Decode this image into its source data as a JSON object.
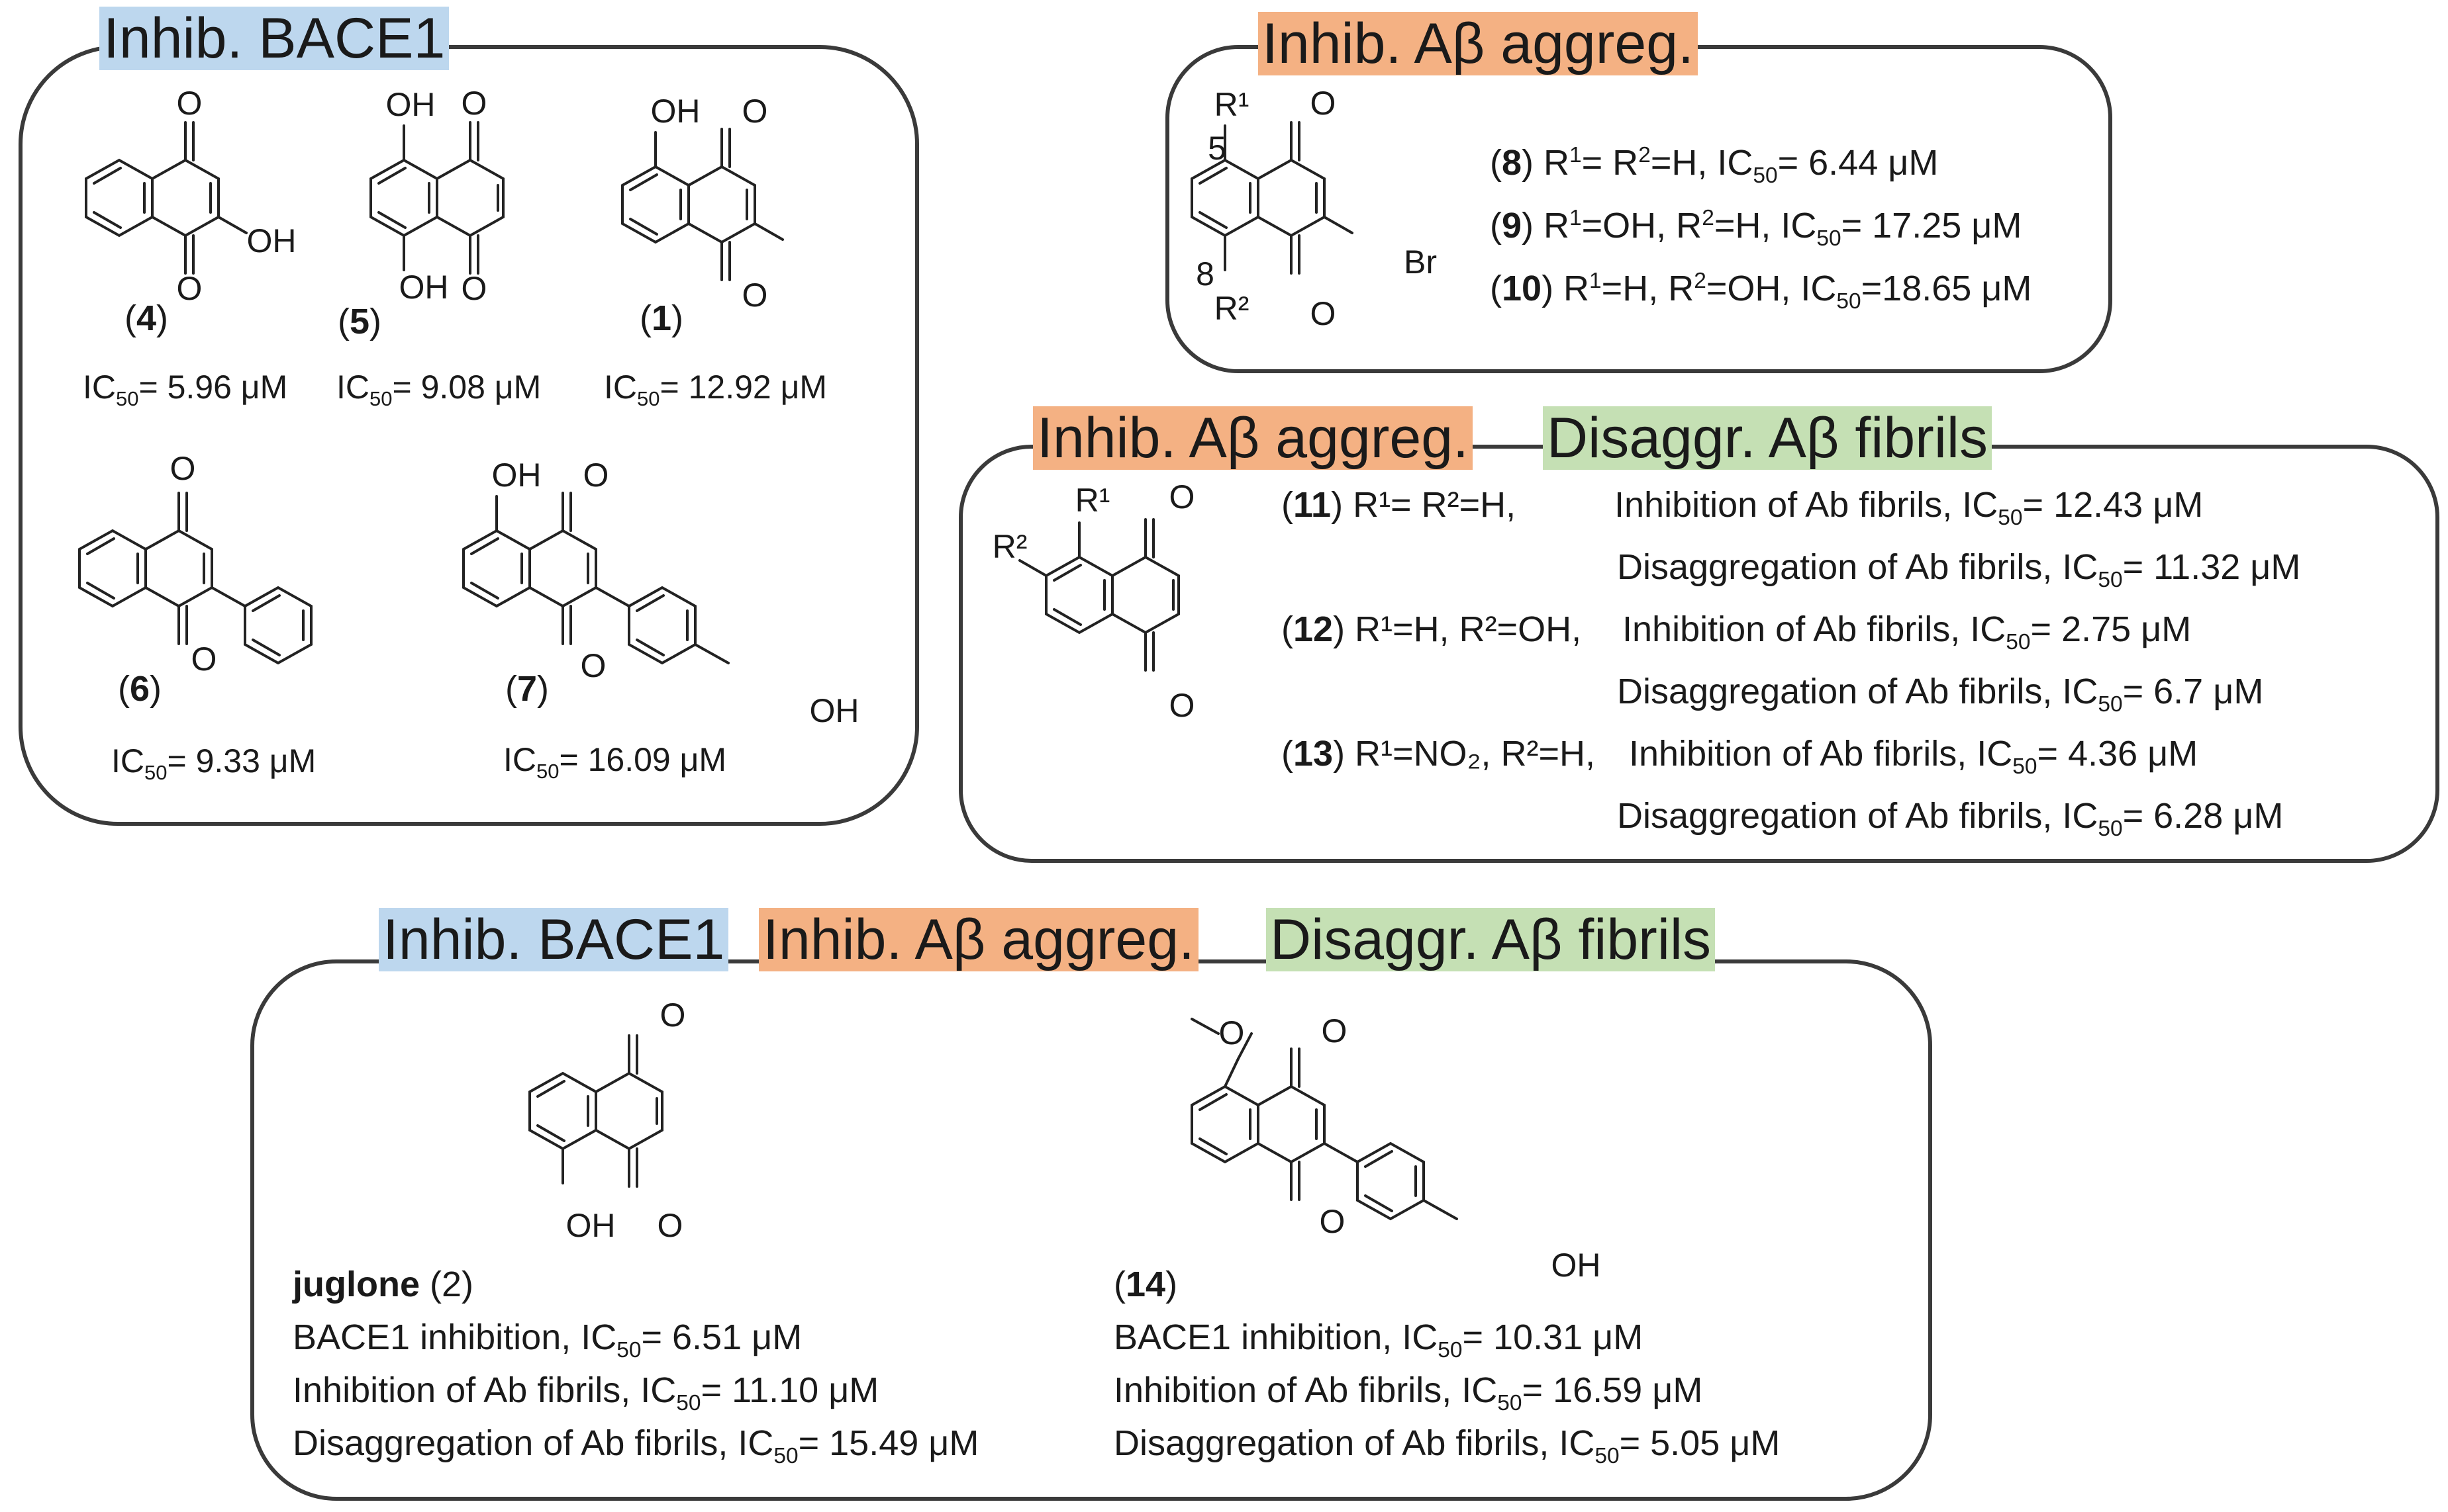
{
  "tags": {
    "bace1": "Inhib. BACE1",
    "aggreg": "Inhib. Aβ aggreg.",
    "disaggr": "Disaggr. Aβ fibrils"
  },
  "panel1": {
    "c4": {
      "id": "4",
      "ic": "= 5.96 μM"
    },
    "c5": {
      "id": "5",
      "ic": "= 9.08 μM"
    },
    "c1": {
      "id": "1",
      "ic": "= 12.92 μM"
    },
    "c6": {
      "id": "6",
      "ic": "= 9.33 μM"
    },
    "c7": {
      "id": "7",
      "ic": "= 16.09 μM"
    }
  },
  "panel2": {
    "rows": [
      {
        "id": "8",
        "text_a": " R",
        "text_b": "= R",
        "text_c": "=H, IC",
        "value": "= 6.44 μM"
      },
      {
        "id": "9",
        "text_a": " R",
        "text_b": "=OH, R",
        "text_c": "=H, IC",
        "value": "= 17.25 μM"
      },
      {
        "id": "10",
        "text_a": " R",
        "text_b": "=H, R",
        "text_c": "=OH, IC",
        "value": "=18.65 μM"
      }
    ]
  },
  "panel3": {
    "c11": {
      "id": "11",
      "subst": " R¹= R²=H,",
      "inh": "Inhibition of Ab fibrils, IC",
      "inh_v": "= 12.43 μM",
      "dis": "Disaggregation of Ab fibrils, IC",
      "dis_v": "= 11.32 μM"
    },
    "c12": {
      "id": "12",
      "subst": " R¹=H, R²=OH,",
      "inh": "Inhibition of Ab fibrils, IC",
      "inh_v": "= 2.75 μM",
      "dis": "Disaggregation of Ab fibrils, IC",
      "dis_v": "= 6.7 μM"
    },
    "c13": {
      "id": "13",
      "subst": " R¹=NO₂, R²=H,",
      "inh": "Inhibition of Ab fibrils, IC",
      "inh_v": "= 4.36 μM",
      "dis": "Disaggregation of Ab fibrils, IC",
      "dis_v": "= 6.28 μM"
    }
  },
  "panel4": {
    "juglone": {
      "name": "juglone",
      "id": "2",
      "l1": "BACE1 inhibition, IC",
      "v1": "= 6.51 μM",
      "l2": "Inhibition of Ab fibrils, IC",
      "v2": "= 11.10 μM",
      "l3": "Disaggregation of Ab fibrils, IC",
      "v3": "= 15.49 μM"
    },
    "c14": {
      "id": "14",
      "l1": "BACE1 inhibition, IC",
      "v1": "= 10.31 μM",
      "l2": "Inhibition of Ab fibrils, IC",
      "v2": "= 16.59 μM",
      "l3": "Disaggregation of Ab fibrils, IC",
      "v3": "= 5.05 μM"
    }
  },
  "atoms": {
    "O": "O",
    "OH": "OH",
    "Br": "Br",
    "R1": "R¹",
    "R2": "R²",
    "n5": "5",
    "n8": "8"
  }
}
